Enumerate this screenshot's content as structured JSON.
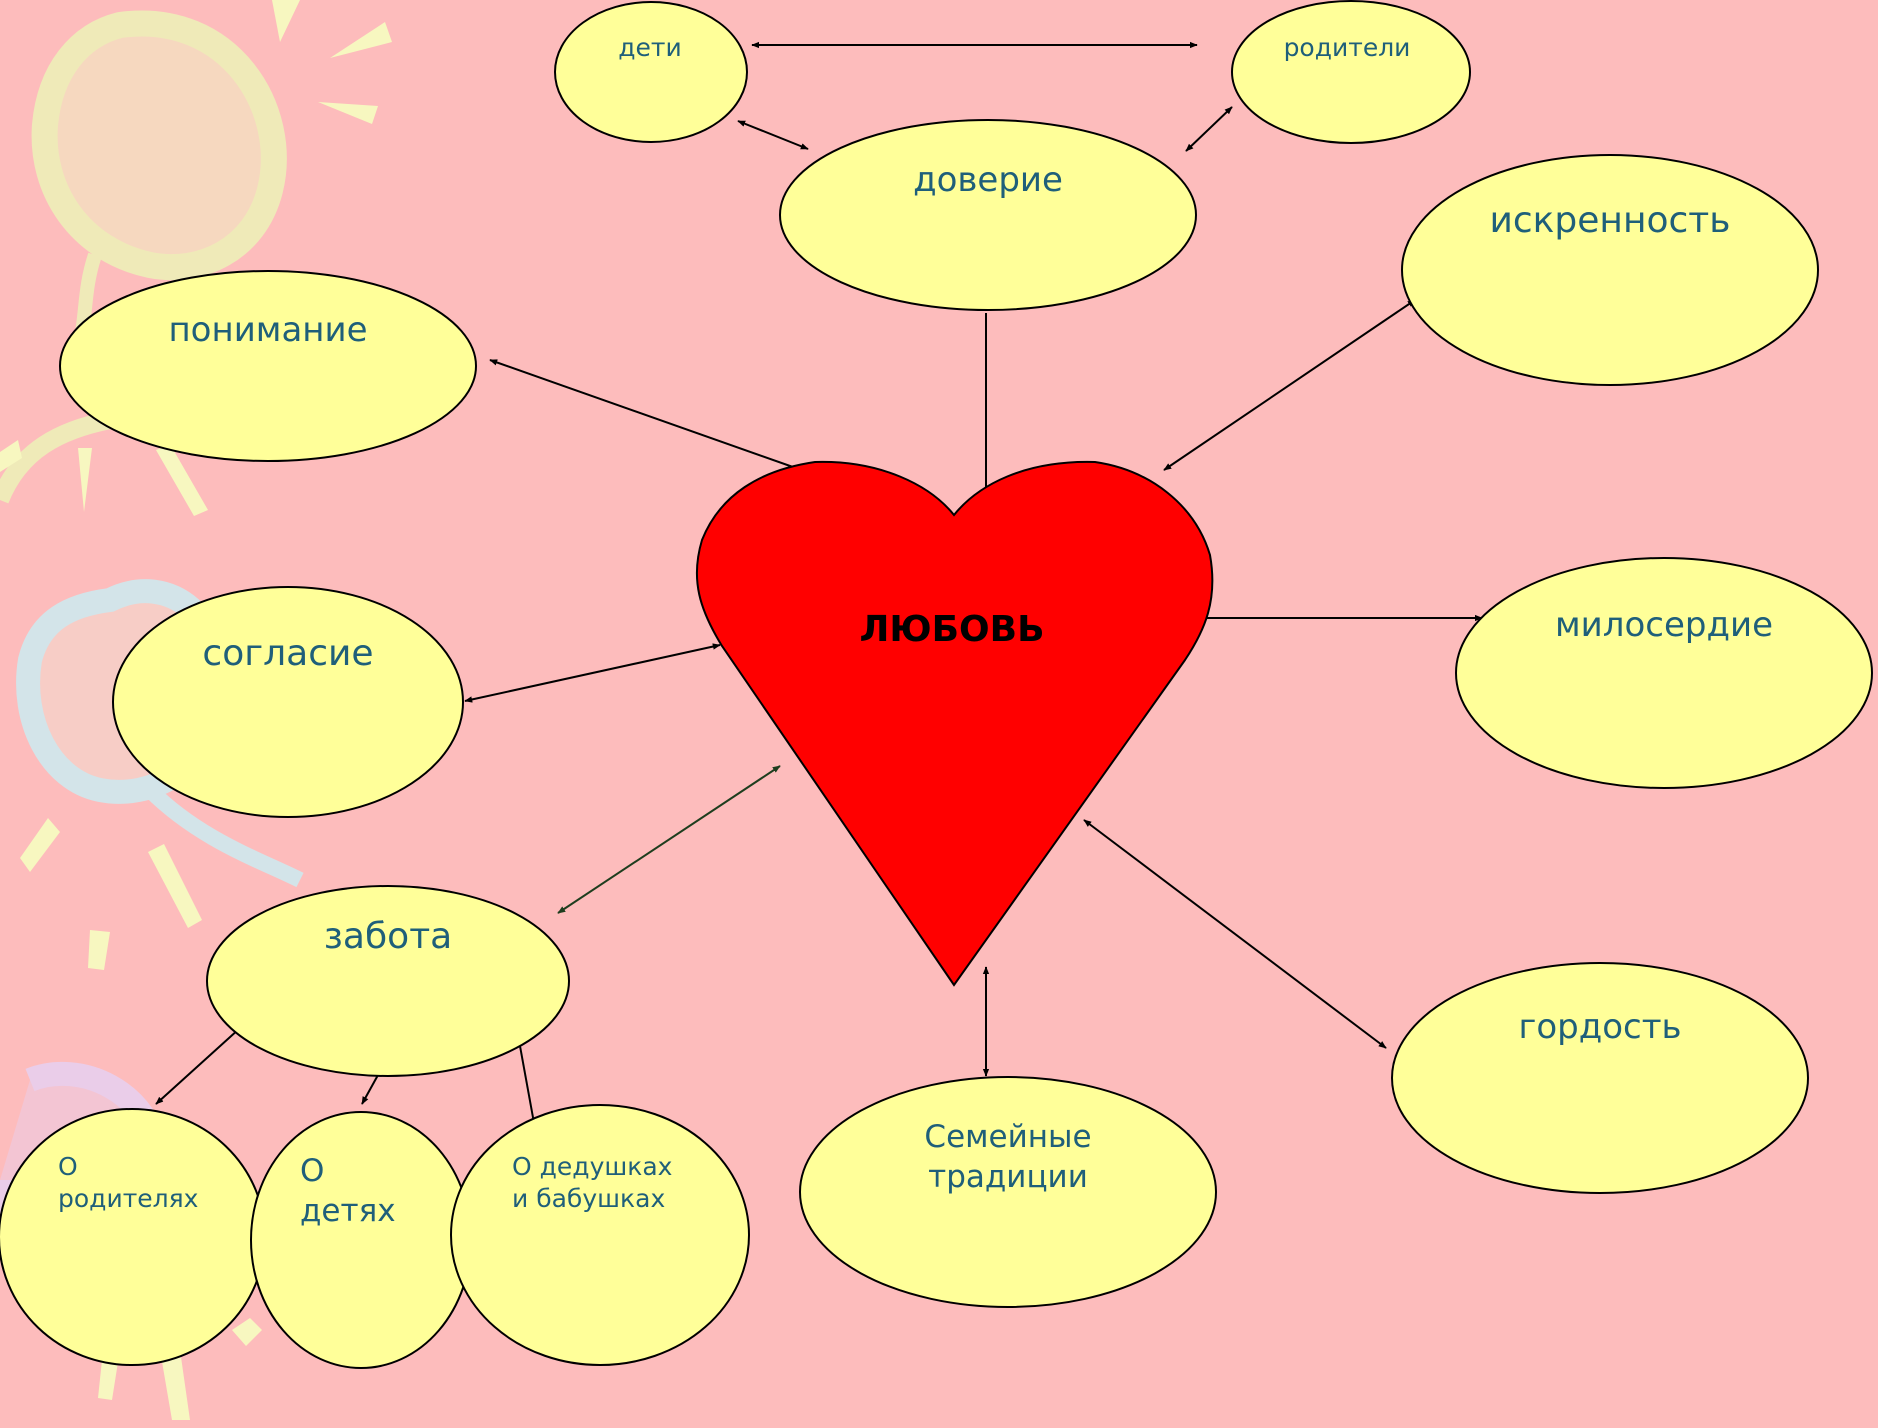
{
  "colors": {
    "background": "#fdbcbc",
    "node_fill": "#ffff99",
    "heart_fill": "#ff0000",
    "label_text": "#1f5f7a",
    "center_text": "#000000",
    "connector": "#000000",
    "connector_alt": "#1e3d1e"
  },
  "center": {
    "label": "ЛЮБОВЬ"
  },
  "nodes": {
    "deti": "дети",
    "roditeli": "родители",
    "doverie": "доверие",
    "iskrennost": "искренность",
    "ponimanie": "понимание",
    "soglasie": "согласие",
    "miloserdie": "милосердие",
    "zabota": "забота",
    "gordost": "гордость",
    "traditsii_line1": "Семейные",
    "traditsii_line2": "традиции",
    "o_roditelyakh_line1": "О",
    "o_roditelyakh_line2": "родителях",
    "o_detyakh_line1": "О",
    "o_detyakh_line2": "детях",
    "o_babushkakh_line1": "О дедушках",
    "o_babushkakh_line2": "и бабушках"
  },
  "decorations": {
    "icons": [
      "balloon-decoration-icon",
      "sunburst-decoration-icon"
    ]
  }
}
